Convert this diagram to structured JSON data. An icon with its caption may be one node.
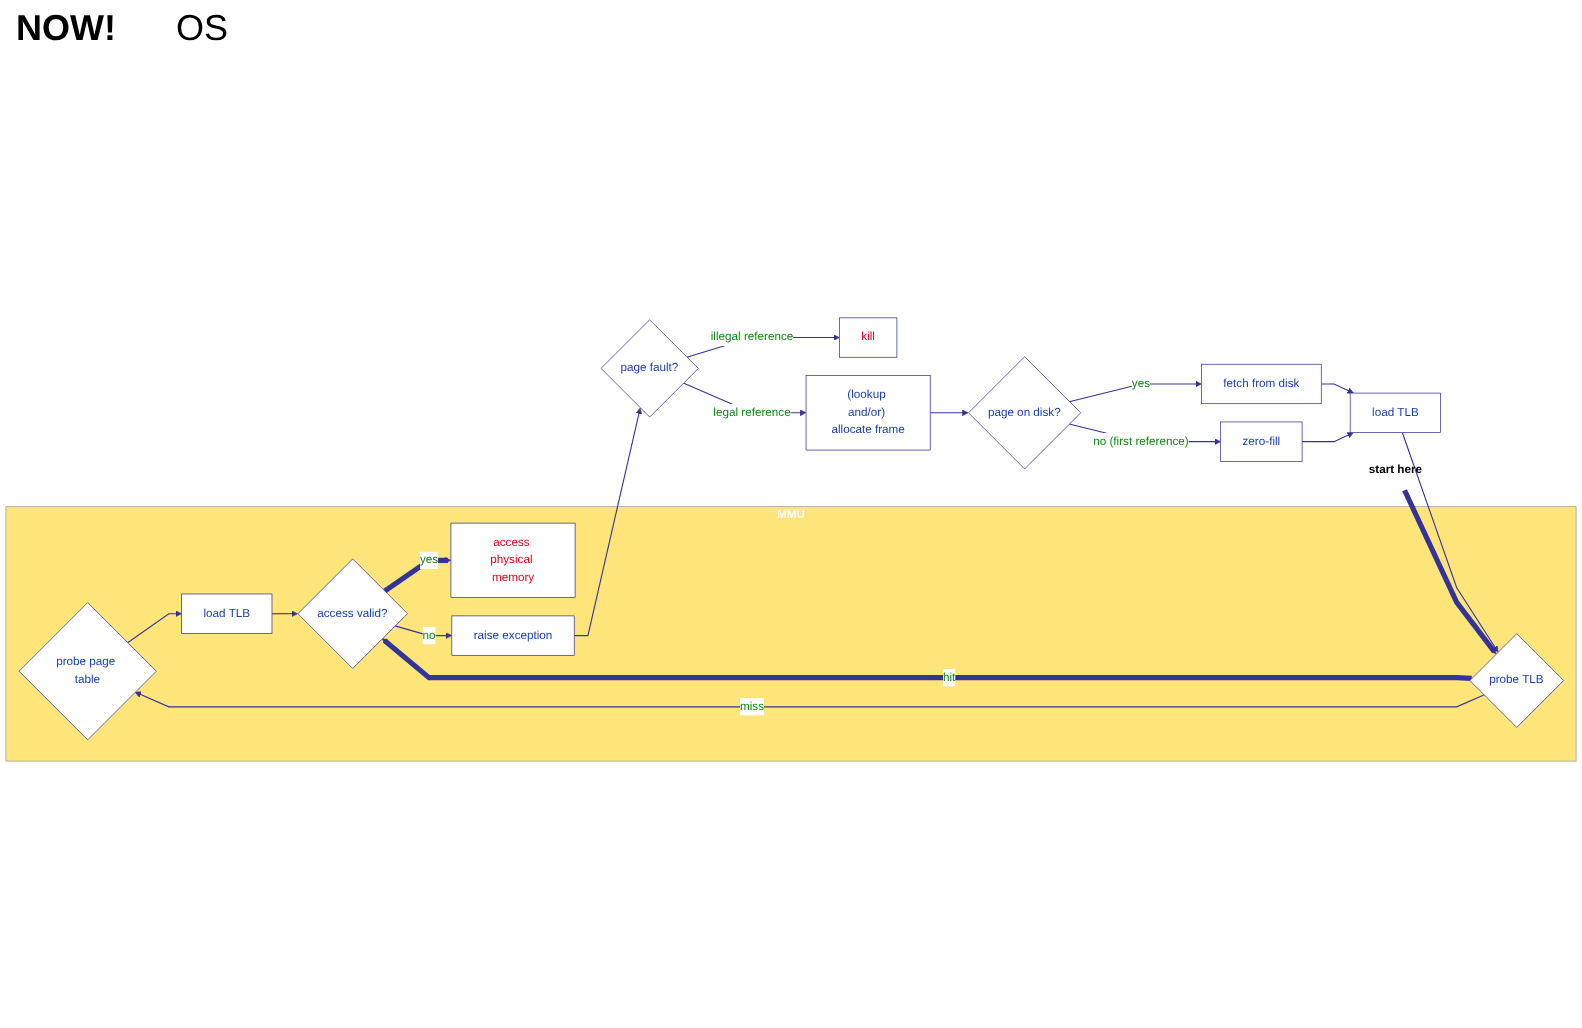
{
  "diagram": {
    "nodes": [
      {
        "text": [
          "MMU"
        ]
      },
      {
        "text": [
          "start here"
        ]
      },
      {
        "text": [
          "probe page table"
        ],
        "in": 0
      },
      {
        "text": [
          "load TLB"
        ],
        "in": 0
      },
      {
        "text": [
          "access physical memory"
        ],
        "in": 0
      },
      {
        "text": [
          "probe TLB"
        ],
        "in": 0
      },
      {
        "text": [
          "access valid?"
        ],
        "in": 0
      },
      {
        "text": [
          "raise exception"
        ],
        "in": 0
      },
      {
        "text": [
          "load TLB"
        ]
      },
      {
        "text": [
          "zero-fill"
        ]
      },
      {
        "text": [
          "page on disk?"
        ]
      },
      {
        "text": [
          "fetch from disk"
        ]
      },
      {
        "text": [
          "(lookup and/or) allocate frame"
        ]
      },
      {
        "text": [
          "page fault?"
        ]
      },
      {
        "text": [
          "kill"
        ]
      }
    ],
    "edges": [
      {
        "from": 1,
        "to": 5,
        "arrow": "to",
        "style": "thick"
      },
      {
        "from": 5,
        "to": 2,
        "arrow": "to",
        "label": "miss"
      },
      {
        "from": 2,
        "to": 3,
        "arrow": "to"
      },
      {
        "from": 3,
        "to": 6,
        "arrow": "to"
      },
      {
        "from": 5,
        "to": 6,
        "arrow": "to",
        "label": "hit",
        "style": "thick"
      },
      {
        "from": 6,
        "to": 4,
        "arrow": "to",
        "label": "yes",
        "style": "thick"
      },
      {
        "from": 6,
        "to": 7,
        "arrow": "to",
        "label": "no"
      },
      {
        "from": 7,
        "to": 13,
        "arrow": "to"
      },
      {
        "from": 13,
        "to": 14,
        "arrow": "to",
        "label": "illegal reference"
      },
      {
        "from": 13,
        "to": 12,
        "arrow": "to",
        "label": "legal reference"
      },
      {
        "from": 12,
        "to": 10,
        "arrow": "to"
      },
      {
        "from": 10,
        "to": 11,
        "arrow": "to",
        "label": "yes"
      },
      {
        "from": 10,
        "to": 9,
        "arrow": "to",
        "label": "no (first reference)"
      },
      {
        "from": 9,
        "to": 8,
        "arrow": "to"
      },
      {
        "from": 11,
        "to": 8,
        "arrow": "to"
      },
      {
        "from": 8,
        "to": 5,
        "arrow": "to"
      }
    ],
    "labels": [
      "NOW!",
      "OS"
    ]
  }
}
